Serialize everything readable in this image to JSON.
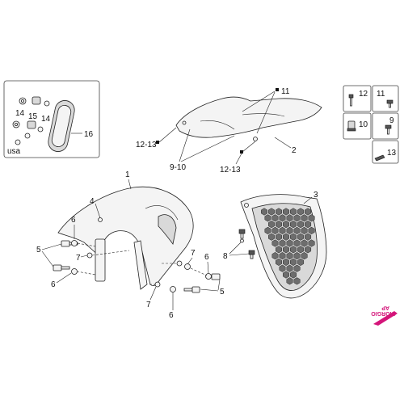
{
  "diagram": {
    "labels": {
      "l1": "1",
      "l2": "2",
      "l3": "3",
      "l4": "4",
      "l5a": "5",
      "l5b": "5",
      "l6a": "6",
      "l6b": "6",
      "l6c": "6",
      "l6d": "6",
      "l7a": "7",
      "l7b": "7",
      "l7c": "7",
      "l8": "8",
      "l11a": "11",
      "l1213a": "12-13",
      "l1213b": "12-13",
      "l910": "9-10",
      "l14a": "14",
      "l14b": "14",
      "l15": "15",
      "l16": "16",
      "usa": "usa"
    },
    "legend": {
      "k12": "12",
      "k11": "11",
      "k10": "10",
      "k9": "9",
      "k13": "13"
    },
    "brand": {
      "line1": "AP",
      "line2": "GIORGIO"
    },
    "colors": {
      "brand_accent": "#d4157a",
      "line": "#222222"
    }
  }
}
